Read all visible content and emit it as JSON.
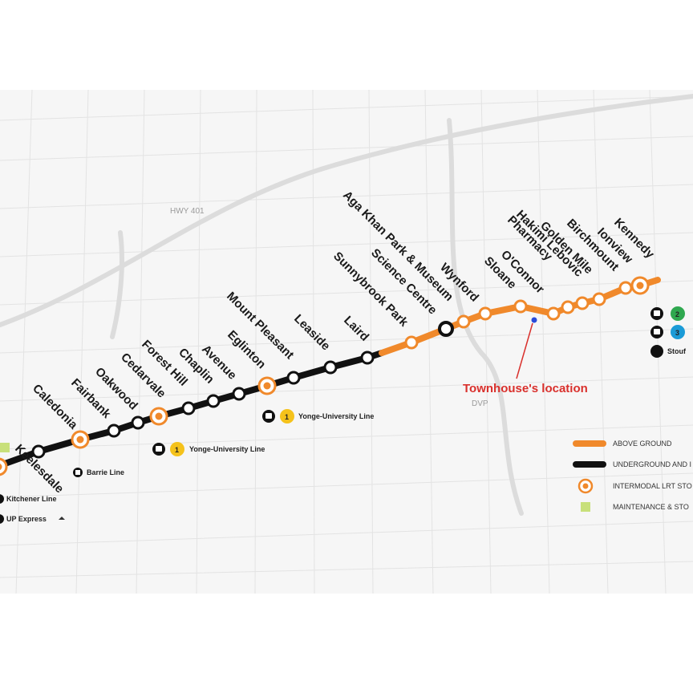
{
  "highway_label": "HWY 401",
  "dvp_label": "DVP",
  "annotation": {
    "text": "Townhouse's location"
  },
  "stations": [
    {
      "name": "Keelesdale",
      "type": "intermodal"
    },
    {
      "name": "Caledonia",
      "type": "normal"
    },
    {
      "name": "Fairbank",
      "type": "intermodal"
    },
    {
      "name": "Oakwood",
      "type": "normal"
    },
    {
      "name": "Cedarvale",
      "type": "normal"
    },
    {
      "name": "Forest Hill",
      "type": "intermodal"
    },
    {
      "name": "Chaplin",
      "type": "normal"
    },
    {
      "name": "Avenue",
      "type": "normal"
    },
    {
      "name": "Eglinton",
      "type": "normal"
    },
    {
      "name": "Mount Pleasant",
      "type": "intermodal"
    },
    {
      "name": "Leaside",
      "type": "normal"
    },
    {
      "name": "Laird",
      "type": "normal"
    },
    {
      "name": "Sunnybrook Park",
      "type": "normal"
    },
    {
      "name": "Science Centre",
      "type": "above"
    },
    {
      "name": "Aga Khan Park & Museum",
      "type": "underground"
    },
    {
      "name": "Wynford",
      "type": "above"
    },
    {
      "name": "Sloane",
      "type": "above"
    },
    {
      "name": "O'Connor",
      "type": "above"
    },
    {
      "name": "Pharmacy",
      "type": "above"
    },
    {
      "name": "Hakimi Lebovic",
      "type": "above"
    },
    {
      "name": "Golden Mile",
      "type": "above"
    },
    {
      "name": "Birchmount",
      "type": "above"
    },
    {
      "name": "Ionview",
      "type": "above"
    },
    {
      "name": "Kennedy",
      "type": "intermodal"
    }
  ],
  "transfer_labels": {
    "barrie": "Barrie Line",
    "kitchener": "Kitchener Line",
    "up_express": "UP Express",
    "yonge_1": "Yonge-University Line",
    "yonge_2": "Yonge-University Line",
    "line1_badge": "1",
    "line2_badge": "2",
    "line3_badge": "3",
    "stouff": "Stouf"
  },
  "legend": {
    "above_ground": "ABOVE GROUND",
    "underground": "UNDERGROUND AND I",
    "intermodal": "INTERMODAL LRT STO",
    "maintenance": "MAINTENANCE & STO"
  },
  "colors": {
    "above": "#f0892b",
    "underground": "#111111",
    "annotation": "#d9302c",
    "line1": "#f5c21b",
    "line2": "#2fa84f",
    "line3": "#1b9bd7",
    "maintenance": "#c8e07a"
  }
}
